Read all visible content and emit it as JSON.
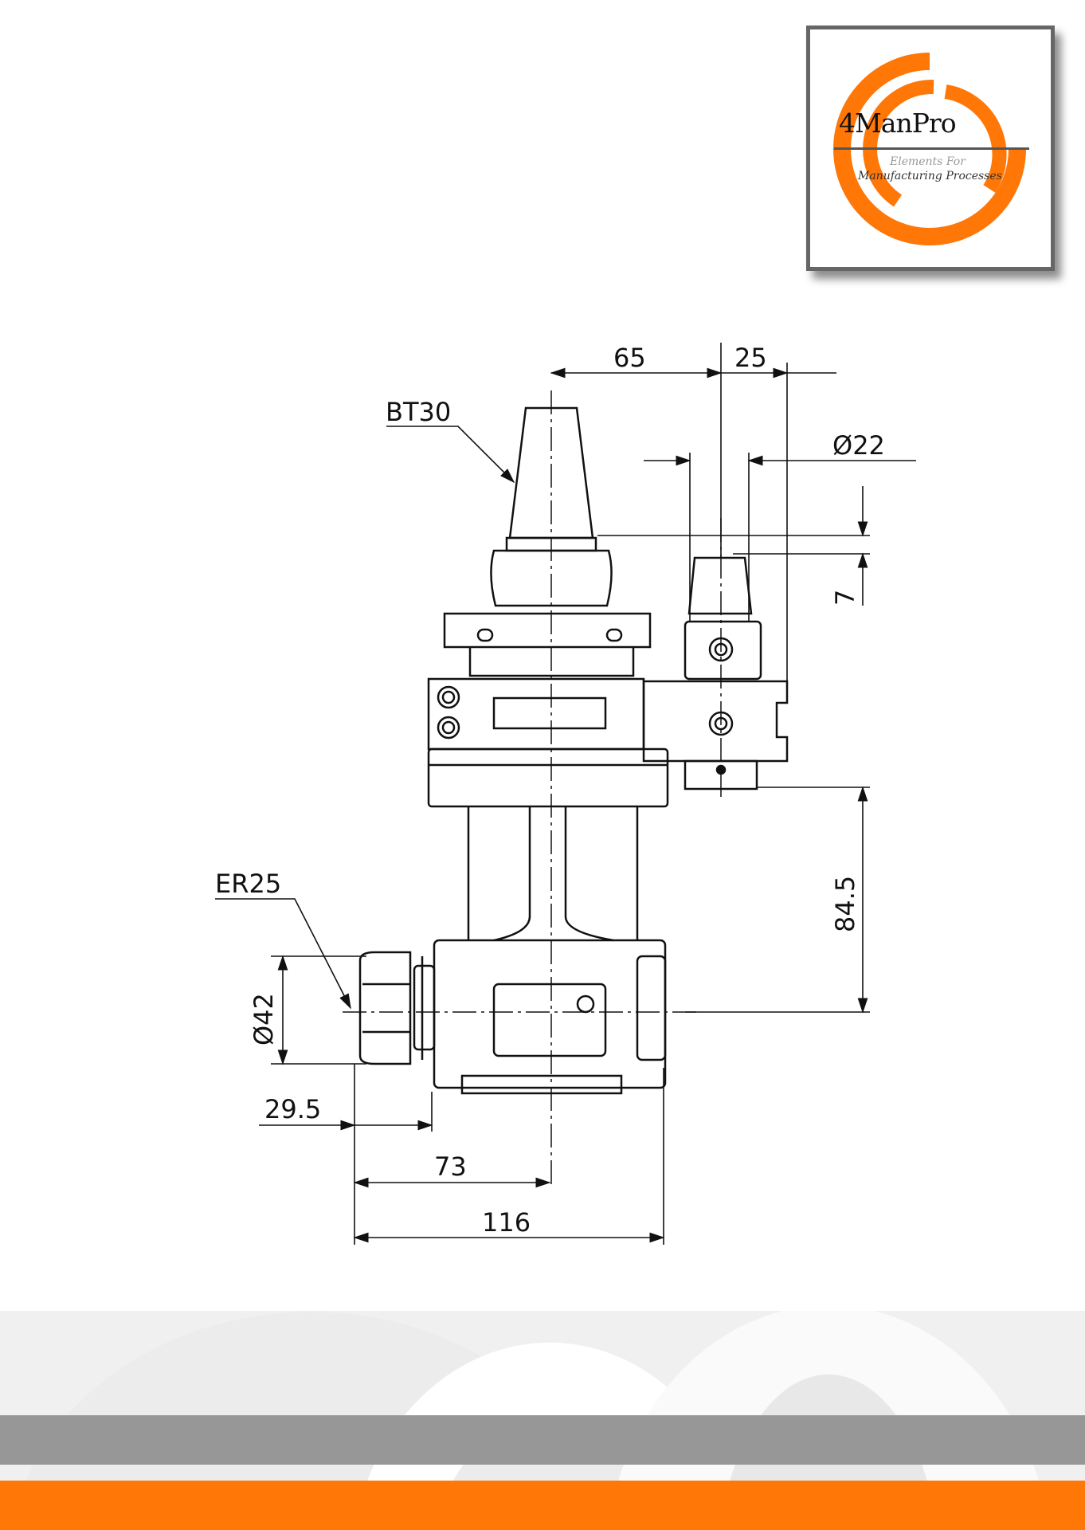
{
  "logo": {
    "name": "4ManPro",
    "tagline_1": "Elements For",
    "tagline_2": "Manufacturing Processes",
    "accent_color": "#ff7707"
  },
  "drawing": {
    "labels": {
      "taper": "BT30",
      "collet": "ER25"
    },
    "dimensions": {
      "d65": "65",
      "d25": "25",
      "dia22": "Ø22",
      "d7": "7",
      "d84_5": "84.5",
      "dia42": "Ø42",
      "d29_5": "29.5",
      "d73": "73",
      "d116": "116"
    }
  },
  "footer": {
    "band_gray": "#979797",
    "band_orange": "#ff7707"
  }
}
